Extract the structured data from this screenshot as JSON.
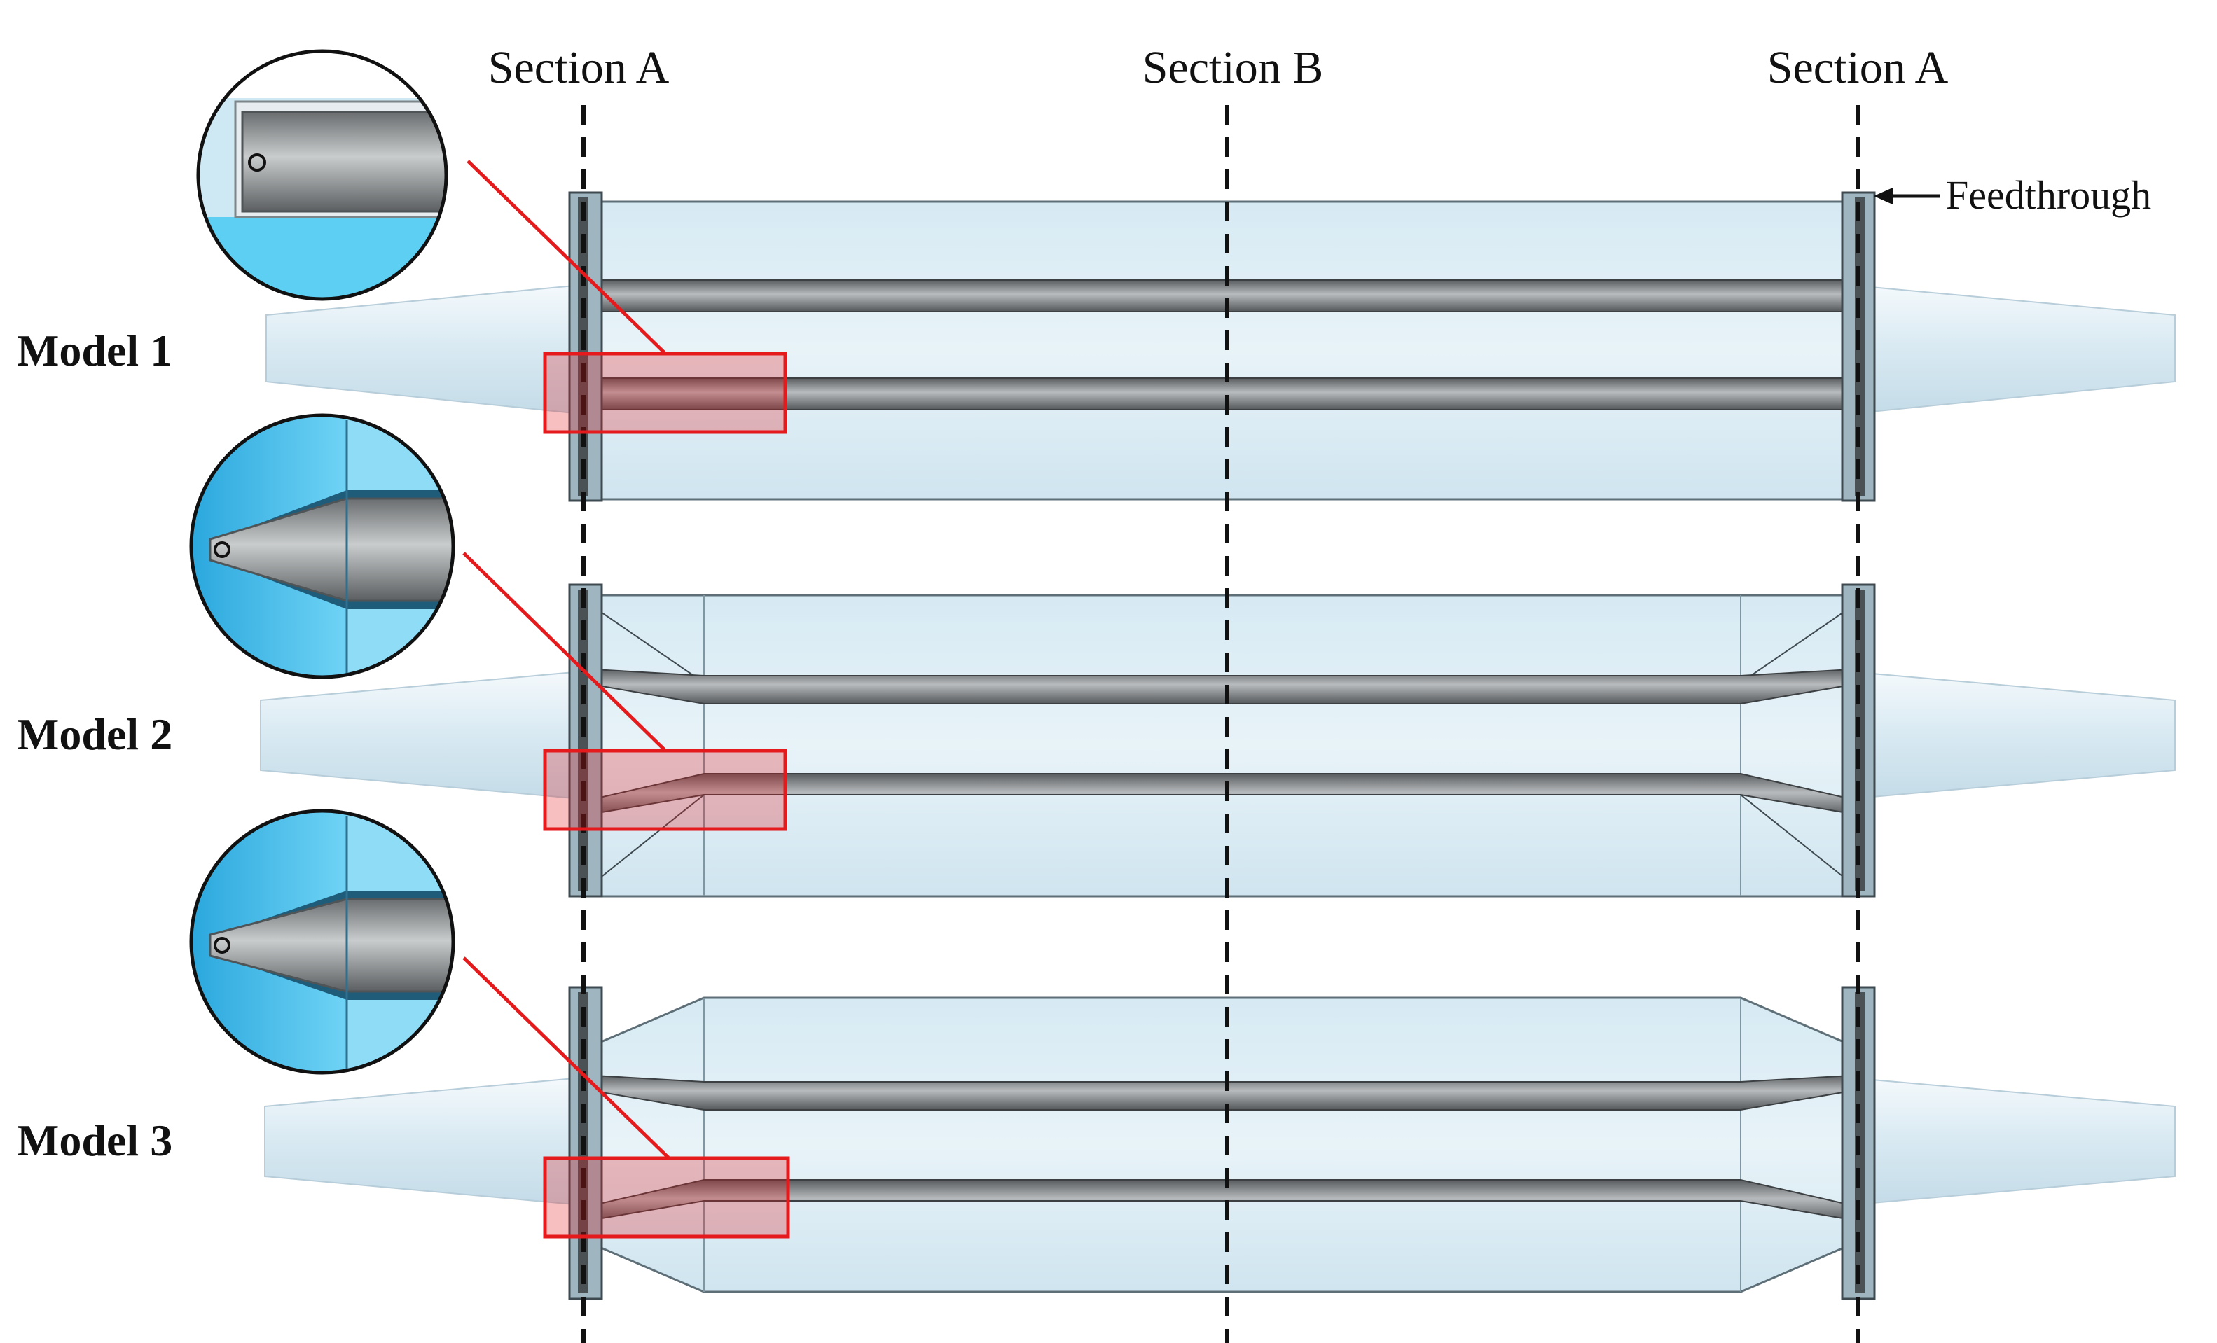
{
  "sections": {
    "left": "Section A",
    "middle": "Section B",
    "right": "Section A"
  },
  "callout": "Feedthrough",
  "models": [
    {
      "label": "Model 1",
      "shape": "straight"
    },
    {
      "label": "Model 2",
      "shape": "tapered-long"
    },
    {
      "label": "Model 3",
      "shape": "tapered-chamfer"
    }
  ],
  "colors": {
    "tube_fill": "#d3e9f3",
    "tube_stroke": "#5e6f78",
    "horn_fill": "#e2eff6",
    "electrode_dark": "#5d6062",
    "electrode_light": "#b3b6b8",
    "highlight_box": "#e41a1c",
    "zoom_blue": "#41b8e6",
    "dashed_line": "#111111"
  }
}
